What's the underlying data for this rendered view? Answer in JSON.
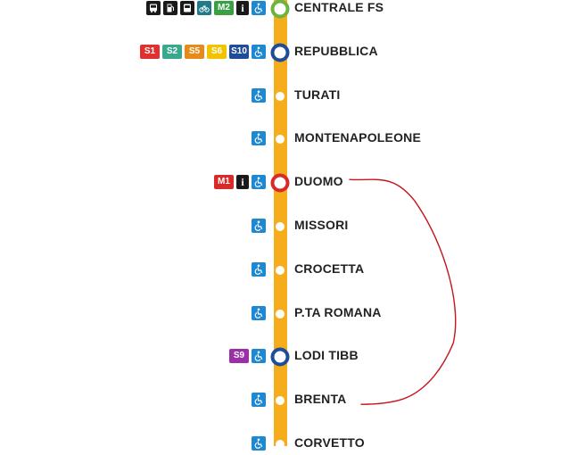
{
  "line_color": "#f6ad1b",
  "annotation_color": "#c4161c",
  "stations": [
    {
      "name": "CENTRALE FS",
      "marker": "interchange-green",
      "badges": [
        {
          "type": "icon",
          "icon": "bus-icon",
          "color": "#1a1a1a"
        },
        {
          "type": "icon",
          "icon": "fuel-icon",
          "color": "#1a1a1a"
        },
        {
          "type": "icon",
          "icon": "parking-icon",
          "color": "#1a1a1a"
        },
        {
          "type": "icon",
          "icon": "bike-icon",
          "color": "#1f7a8c"
        },
        {
          "type": "text",
          "label": "M2",
          "color": "#3aa043"
        },
        {
          "type": "text",
          "label": "i",
          "color": "#1a1a1a"
        },
        {
          "type": "icon",
          "icon": "wheelchair-icon",
          "color": "#1e88d0"
        }
      ]
    },
    {
      "name": "REPUBBLICA",
      "marker": "interchange-blue",
      "badges": [
        {
          "type": "text",
          "label": "S1",
          "color": "#e0312f"
        },
        {
          "type": "text",
          "label": "S2",
          "color": "#3aa88c"
        },
        {
          "type": "text",
          "label": "S5",
          "color": "#e88a1a"
        },
        {
          "type": "text",
          "label": "S6",
          "color": "#f2c400"
        },
        {
          "type": "text",
          "label": "S10",
          "color": "#1f4d99"
        },
        {
          "type": "icon",
          "icon": "wheelchair-icon",
          "color": "#1e88d0"
        }
      ]
    },
    {
      "name": "TURATI",
      "marker": "stop",
      "badges": [
        {
          "type": "icon",
          "icon": "wheelchair-icon",
          "color": "#1e88d0"
        }
      ]
    },
    {
      "name": "MONTENAPOLEONE",
      "marker": "stop",
      "badges": [
        {
          "type": "icon",
          "icon": "wheelchair-icon",
          "color": "#1e88d0"
        }
      ]
    },
    {
      "name": "DUOMO",
      "marker": "interchange-red",
      "badges": [
        {
          "type": "text",
          "label": "M1",
          "color": "#d92a2a"
        },
        {
          "type": "text",
          "label": "i",
          "color": "#1a1a1a"
        },
        {
          "type": "icon",
          "icon": "wheelchair-icon",
          "color": "#1e88d0"
        }
      ]
    },
    {
      "name": "MISSORI",
      "marker": "stop",
      "badges": [
        {
          "type": "icon",
          "icon": "wheelchair-icon",
          "color": "#1e88d0"
        }
      ]
    },
    {
      "name": "CROCETTA",
      "marker": "stop",
      "badges": [
        {
          "type": "icon",
          "icon": "wheelchair-icon",
          "color": "#1e88d0"
        }
      ]
    },
    {
      "name": "P.TA ROMANA",
      "marker": "stop",
      "badges": [
        {
          "type": "icon",
          "icon": "wheelchair-icon",
          "color": "#1e88d0"
        }
      ]
    },
    {
      "name": "LODI TIBB",
      "marker": "interchange-blue",
      "badges": [
        {
          "type": "text",
          "label": "S9",
          "color": "#9b2fa8"
        },
        {
          "type": "icon",
          "icon": "wheelchair-icon",
          "color": "#1e88d0"
        }
      ]
    },
    {
      "name": "BRENTA",
      "marker": "stop",
      "badges": [
        {
          "type": "icon",
          "icon": "wheelchair-icon",
          "color": "#1e88d0"
        }
      ]
    },
    {
      "name": "CORVETTO",
      "marker": "stop",
      "badges": [
        {
          "type": "icon",
          "icon": "wheelchair-icon",
          "color": "#1e88d0"
        }
      ]
    }
  ],
  "annotation": {
    "shape": "bracket-curve",
    "from_station": "DUOMO",
    "to_station": "BRENTA"
  }
}
